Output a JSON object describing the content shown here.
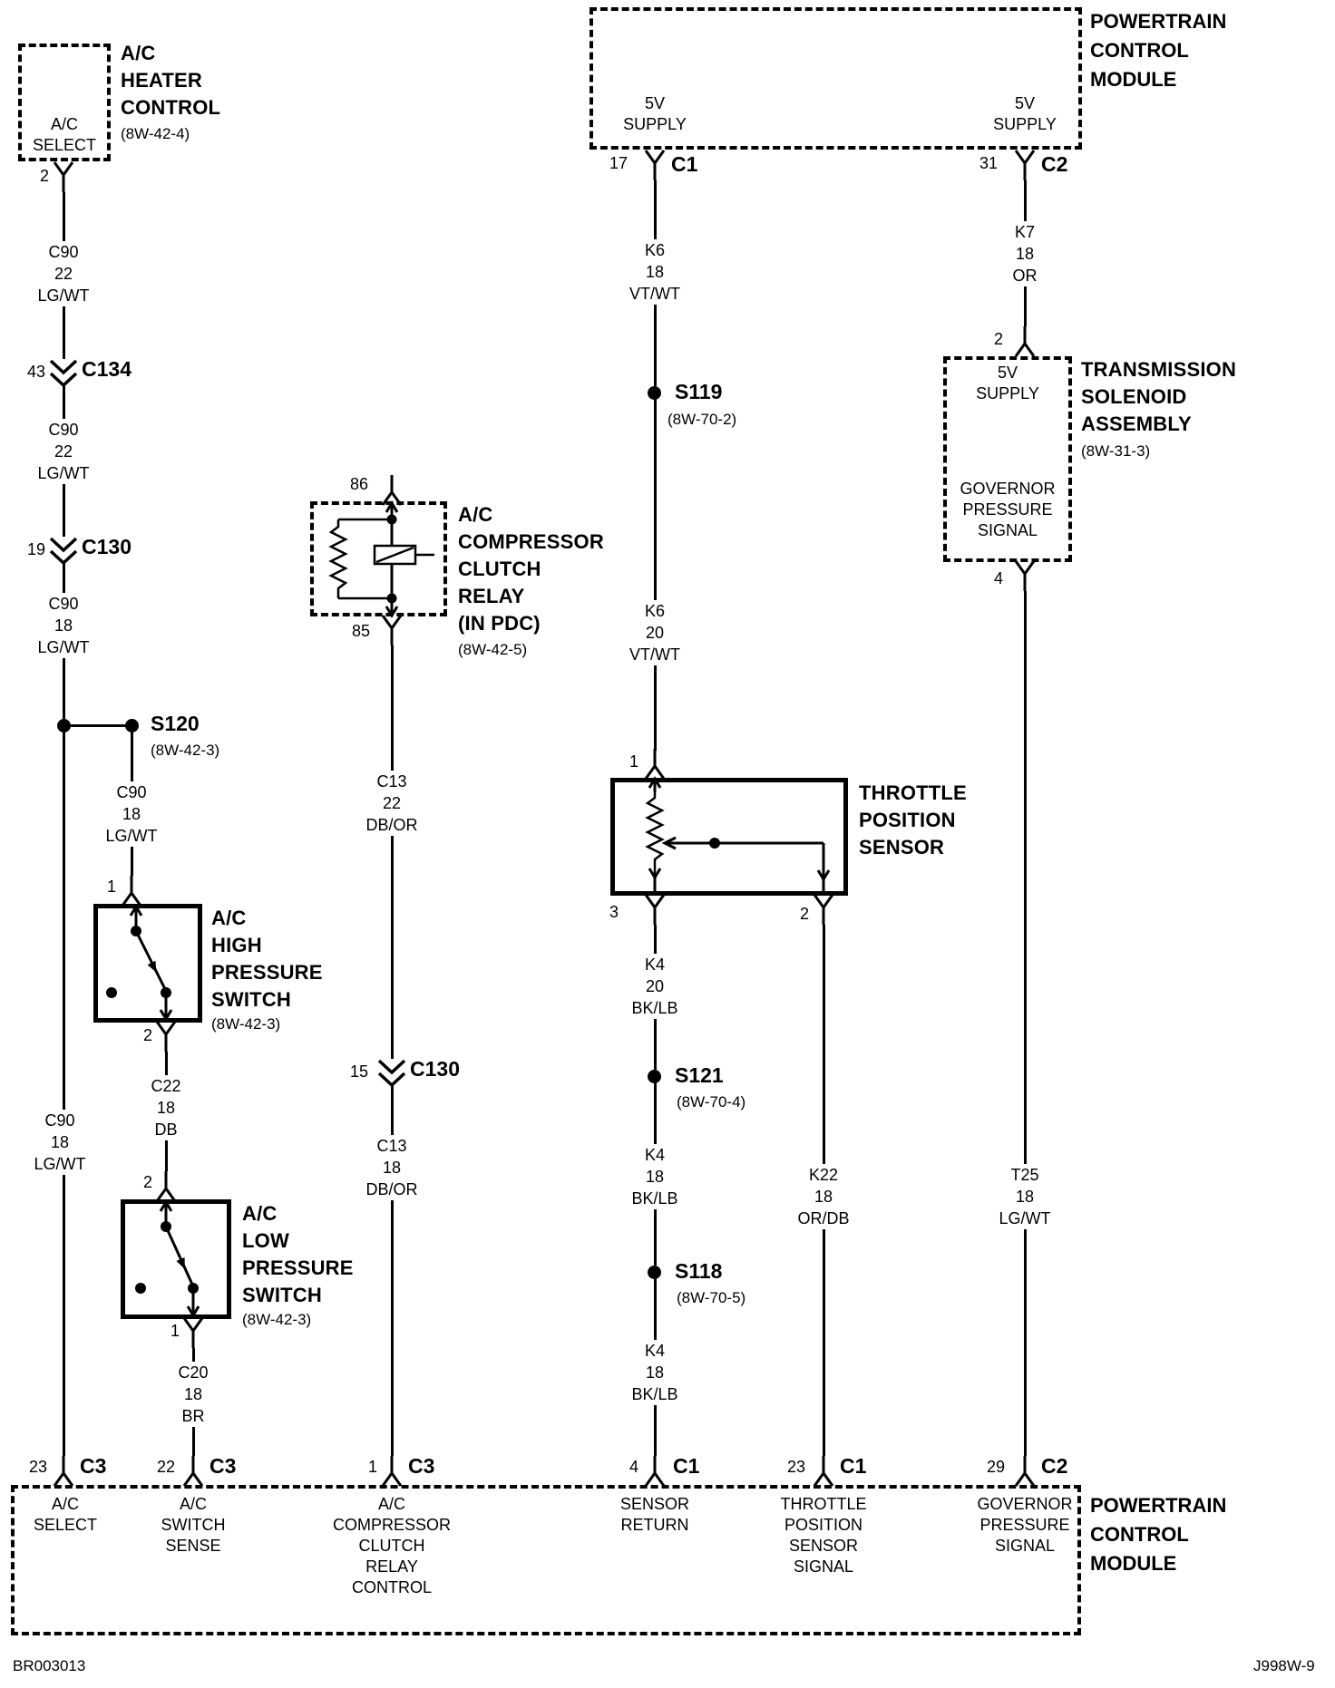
{
  "heater": {
    "name": "A/C\nHEATER\nCONTROL",
    "ref": "(8W-42-4)",
    "select": "A/C\nSELECT",
    "pin": "2"
  },
  "left": {
    "w1": "C90\n22\nLG/WT",
    "c134_pin": "43",
    "c134": "C134",
    "w2": "C90\n22\nLG/WT",
    "c130_pin": "19",
    "c130": "C130",
    "w3": "C90\n18\nLG/WT",
    "s120": "S120",
    "s120_ref": "(8W-42-3)",
    "w4": "C90\n18\nLG/WT",
    "pin": "23",
    "conn": "C3",
    "signal": "A/C\nSELECT"
  },
  "switch": {
    "w1": "C90\n18\nLG/WT",
    "hp_pin_in": "1",
    "hp_name": "A/C\nHIGH\nPRESSURE\nSWITCH",
    "hp_ref": "(8W-42-3)",
    "hp_pin_out": "2",
    "w2": "C22\n18\nDB",
    "lp_pin_in": "2",
    "lp_name": "A/C\nLOW\nPRESSURE\nSWITCH",
    "lp_ref": "(8W-42-3)",
    "lp_pin_out": "1",
    "w3": "C20\n18\nBR",
    "pin": "22",
    "conn": "C3",
    "signal": "A/C\nSWITCH\nSENSE"
  },
  "relay": {
    "pin_top": "86",
    "name": "A/C\nCOMPRESSOR\nCLUTCH\nRELAY\n(IN PDC)",
    "ref": "(8W-42-5)",
    "pin_bot": "85",
    "w1": "C13\n22\nDB/OR",
    "c130_pin": "15",
    "c130": "C130",
    "w2": "C13\n18\nDB/OR",
    "pin": "1",
    "conn": "C3",
    "signal": "A/C\nCOMPRESSOR\nCLUTCH\nRELAY\nCONTROL"
  },
  "pcm_top": {
    "name": "POWERTRAIN\nCONTROL\nMODULE",
    "s1": "5V\nSUPPLY",
    "s1_pin": "17",
    "s1_conn": "C1",
    "s2": "5V\nSUPPLY",
    "s2_pin": "31",
    "s2_conn": "C2"
  },
  "ret": {
    "w1": "K6\n18\nVT/WT",
    "s119": "S119",
    "s119_ref": "(8W-70-2)",
    "w2": "K6\n20\nVT/WT",
    "tps_pin_in": "1",
    "tps_name": "THROTTLE\nPOSITION\nSENSOR",
    "tps_pin3": "3",
    "tps_pin2": "2",
    "w3": "K4\n20\nBK/LB",
    "s121": "S121",
    "s121_ref": "(8W-70-4)",
    "w4": "K4\n18\nBK/LB",
    "s118": "S118",
    "s118_ref": "(8W-70-5)",
    "w5": "K4\n18\nBK/LB",
    "pin": "4",
    "conn": "C1",
    "signal": "SENSOR\nRETURN"
  },
  "tps_sig": {
    "w1": "K22\n18\nOR/DB",
    "pin": "23",
    "conn": "C1",
    "signal": "THROTTLE\nPOSITION\nSENSOR\nSIGNAL"
  },
  "gov": {
    "w1": "K7\n18\nOR",
    "pin_in": "2",
    "sol_supply": "5V\nSUPPLY",
    "sol_signal": "GOVERNOR\nPRESSURE\nSIGNAL",
    "sol_name": "TRANSMISSION\nSOLENOID\nASSEMBLY",
    "sol_ref": "(8W-31-3)",
    "pin_out": "4",
    "w2": "T25\n18\nLG/WT",
    "pin": "29",
    "conn": "C2",
    "signal": "GOVERNOR\nPRESSURE\nSIGNAL"
  },
  "pcm_bottom": {
    "name": "POWERTRAIN\nCONTROL\nMODULE"
  },
  "footer": {
    "left": "BR003013",
    "right": "J998W-9"
  },
  "colors": {
    "ink": "#000000",
    "paper": "#ffffff"
  }
}
